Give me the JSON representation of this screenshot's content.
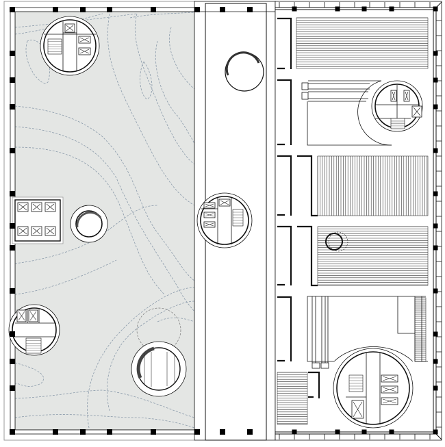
{
  "drawing": {
    "colors": {
      "background": "#ffffff",
      "plaza_fill": "#e4e6e4",
      "line": "#111111",
      "frame": "#9a9a9a",
      "contour": "#8a9aaa",
      "column": "#000000"
    },
    "icons": [
      "column",
      "elevator",
      "stair",
      "escalator",
      "void",
      "core"
    ]
  }
}
